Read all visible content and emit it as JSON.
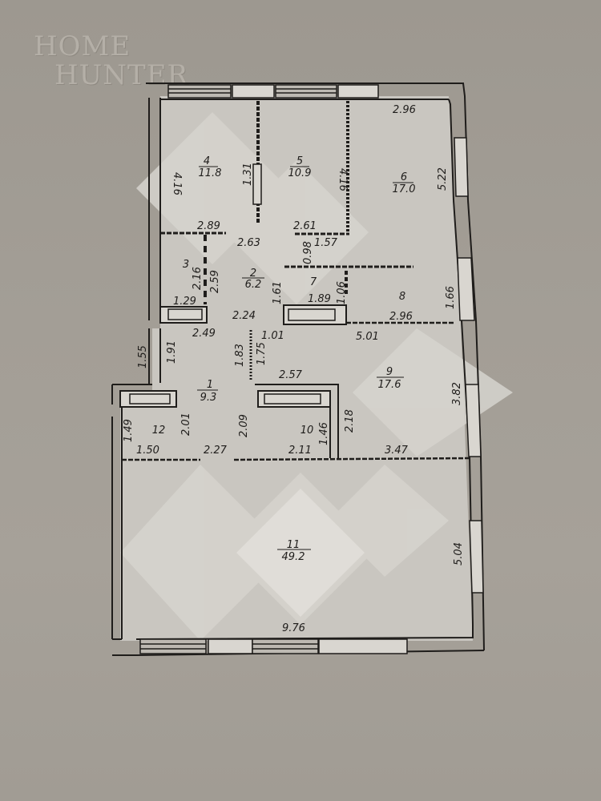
{
  "watermark": {
    "line1": "HOME",
    "line2": "HUNTER",
    "icon": "deer-icon"
  },
  "colors": {
    "paper": "#a39e96",
    "floor_light": "#cfccc6",
    "diamond": "#dcd9d4",
    "ink": "#1f1d1b",
    "window_fill": "#d9d6d0"
  },
  "rooms": [
    {
      "id": "1",
      "area": "9.3"
    },
    {
      "id": "2",
      "area": "6.2"
    },
    {
      "id": "3",
      "area": ""
    },
    {
      "id": "4",
      "area": "11.8"
    },
    {
      "id": "5",
      "area": "10.9"
    },
    {
      "id": "6",
      "area": "17.0"
    },
    {
      "id": "7",
      "area": ""
    },
    {
      "id": "8",
      "area": ""
    },
    {
      "id": "9",
      "area": "17.6"
    },
    {
      "id": "10",
      "area": ""
    },
    {
      "id": "11",
      "area": "49.2"
    },
    {
      "id": "12",
      "area": ""
    }
  ],
  "dimensions": {
    "d_296_top": "2.96",
    "d_416_left": "4.16",
    "d_131": "1.31",
    "d_416_mid": "4.16",
    "d_522": "5.22",
    "d_289": "2.89",
    "d_261": "2.61",
    "d_263": "2.63",
    "d_098": "0.98",
    "d_157": "1.57",
    "d_216": "2.16",
    "d_259": "2.59",
    "d_161": "1.61",
    "d_106": "1.06",
    "d_189": "1.89",
    "d_166": "1.66",
    "d_129": "1.29",
    "d_249": "2.49",
    "d_224": "2.24",
    "d_101": "1.01",
    "d_296_mid": "2.96",
    "d_501": "5.01",
    "d_155": "1.55",
    "d_191": "1.91",
    "d_183": "1.83",
    "d_175": "1.75",
    "d_257": "2.57",
    "d_382": "3.82",
    "d_201": "2.01",
    "d_209": "2.09",
    "d_218": "2.18",
    "d_146": "1.46",
    "d_149": "1.49",
    "d_150": "1.50",
    "d_227": "2.27",
    "d_211": "2.11",
    "d_347": "3.47",
    "d_504": "5.04",
    "d_976": "9.76"
  }
}
